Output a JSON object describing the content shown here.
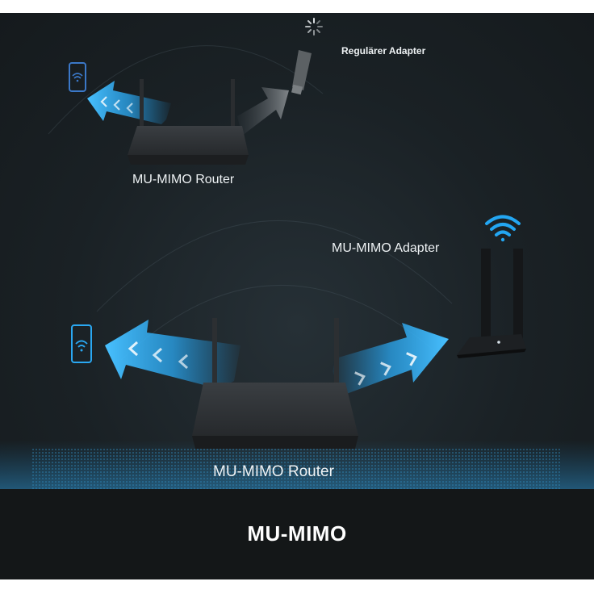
{
  "top_section": {
    "router_label": "MU-MIMO Router",
    "adapter_label": "Regulärer Adapter"
  },
  "bottom_section": {
    "router_label": "MU-MIMO Router",
    "adapter_label": "MU-MIMO Adapter"
  },
  "banner": {
    "title": "MU-MIMO"
  },
  "colors": {
    "background": "#1a2125",
    "arrow_blue": "#1e9be8",
    "arrow_gray": "#3a3f43",
    "device_blue": "#2aa8f2",
    "router_body": "#2b2e31",
    "banner": "#141718",
    "label": "#eef2f4"
  },
  "icons": [
    "smartphone-wifi-icon",
    "wifi-icon",
    "loading-spinner-icon",
    "usb-adapter-icon",
    "router-icon"
  ]
}
